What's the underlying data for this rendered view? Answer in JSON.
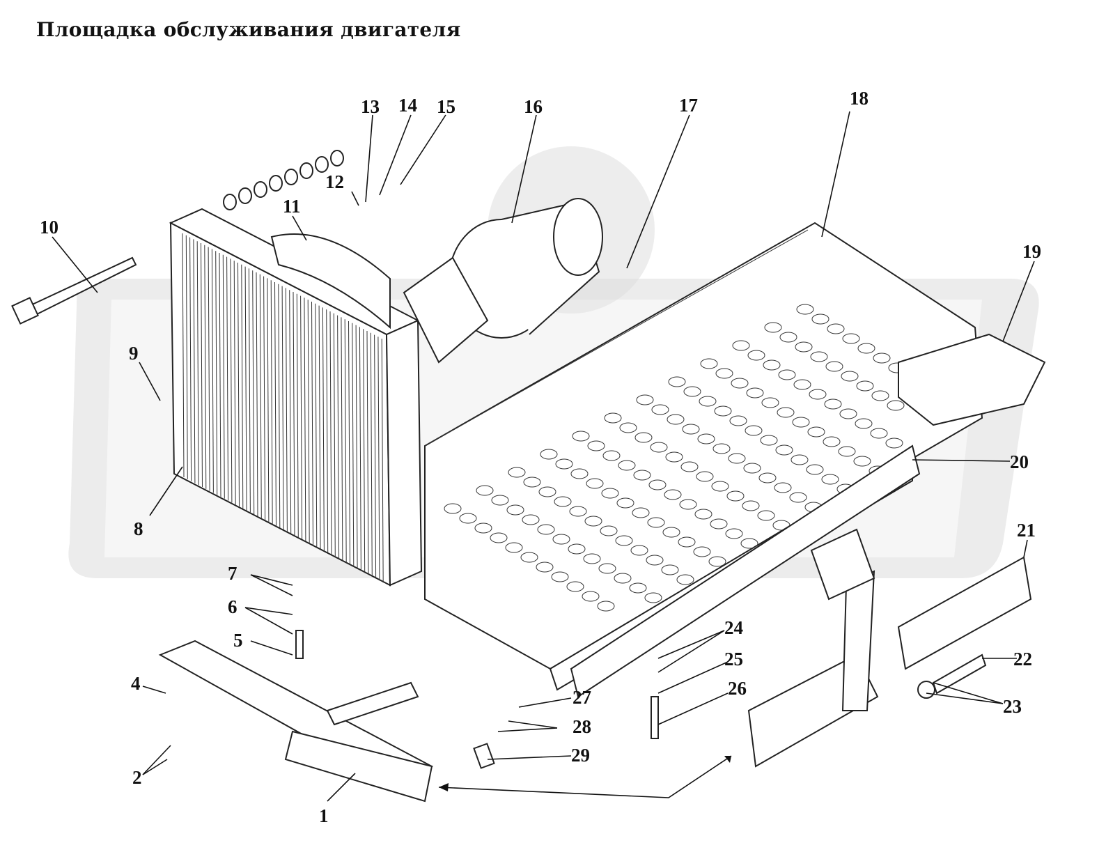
{
  "title": "Площадка обслуживания двигателя",
  "callouts": [
    {
      "id": "c1",
      "label": "1"
    },
    {
      "id": "c2",
      "label": "2"
    },
    {
      "id": "c4",
      "label": "4"
    },
    {
      "id": "c5",
      "label": "5"
    },
    {
      "id": "c6",
      "label": "6"
    },
    {
      "id": "c7",
      "label": "7"
    },
    {
      "id": "c8",
      "label": "8"
    },
    {
      "id": "c9",
      "label": "9"
    },
    {
      "id": "c10",
      "label": "10"
    },
    {
      "id": "c11",
      "label": "11"
    },
    {
      "id": "c12",
      "label": "12"
    },
    {
      "id": "c13",
      "label": "13"
    },
    {
      "id": "c14",
      "label": "14"
    },
    {
      "id": "c15",
      "label": "15"
    },
    {
      "id": "c16",
      "label": "16"
    },
    {
      "id": "c17",
      "label": "17"
    },
    {
      "id": "c18",
      "label": "18"
    },
    {
      "id": "c19",
      "label": "19"
    },
    {
      "id": "c20",
      "label": "20"
    },
    {
      "id": "c21",
      "label": "21"
    },
    {
      "id": "c22",
      "label": "22"
    },
    {
      "id": "c23",
      "label": "23"
    },
    {
      "id": "c24",
      "label": "24"
    },
    {
      "id": "c25",
      "label": "25"
    },
    {
      "id": "c26",
      "label": "26"
    },
    {
      "id": "c27",
      "label": "27"
    },
    {
      "id": "c28",
      "label": "28"
    },
    {
      "id": "c29",
      "label": "29"
    }
  ]
}
